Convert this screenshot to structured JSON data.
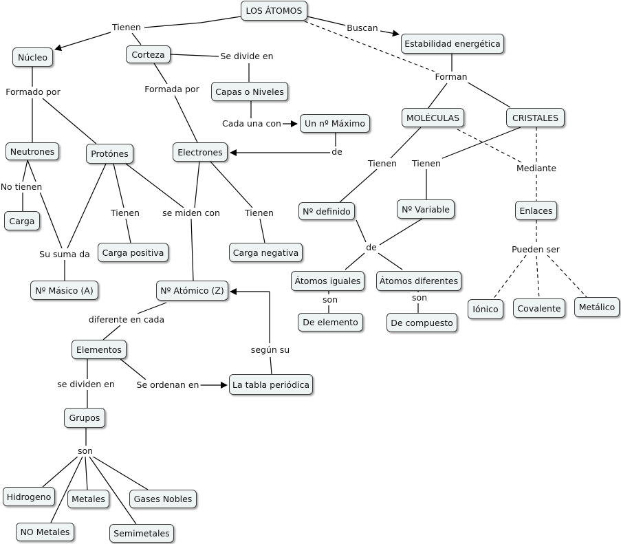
{
  "concepts": {
    "atomos": "LOS ÁTOMOS",
    "nucleo": "Núcleo",
    "corteza": "Corteza",
    "estabilidad": "Estabilidad energética",
    "capas": "Capas o Niveles",
    "un_maximo": "Un nº Máximo",
    "moleculas": "MOLÉCULAS",
    "cristales": "CRISTALES",
    "neutrones": "Neutrones",
    "protones": "Protónes",
    "electrones": "Electrones",
    "carga": "Carga",
    "n_definido": "Nº definido",
    "n_variable": "Nº Variable",
    "enlaces": "Enlaces",
    "carga_positiva": "Carga positiva",
    "carga_negativa": "Carga negativa",
    "atomos_iguales": "Átomos iguales",
    "atomos_diferentes": "Átomos diferentes",
    "n_masico": "Nº Másico (A)",
    "n_atomico": "Nº Atómico (Z)",
    "ionico": "Iónico",
    "covalente": "Covalente",
    "metalico": "Metálico",
    "de_elemento": "De elemento",
    "de_compuesto": "De compuesto",
    "elementos": "Elementos",
    "tabla": "La tabla periódica",
    "grupos": "Grupos",
    "hidrogeno": "Hidrogeno",
    "metales": "Metales",
    "gases_nobles": "Gases Nobles",
    "no_metales": "NO Metales",
    "semimetales": "Semimetales"
  },
  "links": {
    "tienen_top": "Tienen",
    "buscan": "Buscan",
    "se_divide_en": "Se divide en",
    "formado_por": "Formado por",
    "formada_por": "Formada por",
    "forman": "Forman",
    "cada_una_con": "Cada una con",
    "de_max": "de",
    "tienen_mol": "Tienen",
    "tienen_cri": "Tienen",
    "mediante": "Mediante",
    "no_tienen": "No tienen",
    "tienen_pro": "Tienen",
    "se_miden_con": "se miden con",
    "tienen_ele": "Tienen",
    "de_atomos": "de",
    "pueden_ser": "Pueden ser",
    "su_suma_da": "Su suma da",
    "son_iguales": "son",
    "son_diferentes": "son",
    "diferente_en_cada": "diferente en cada",
    "segun_su": "según su",
    "se_dividen_en": "se dividen en",
    "se_ordenan_en": "Se ordenan en",
    "son_grupos": "son"
  }
}
